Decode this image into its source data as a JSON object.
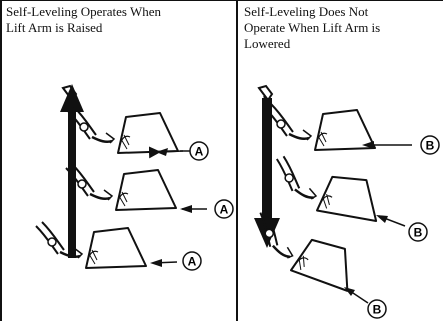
{
  "left_panel": {
    "caption": "Self-Leveling Operates When\nLift Arm is Raised",
    "marker_label": "A"
  },
  "right_panel": {
    "caption": "Self-Leveling Does Not\nOperate When Lift Arm is\nLowered",
    "marker_label": "B"
  }
}
